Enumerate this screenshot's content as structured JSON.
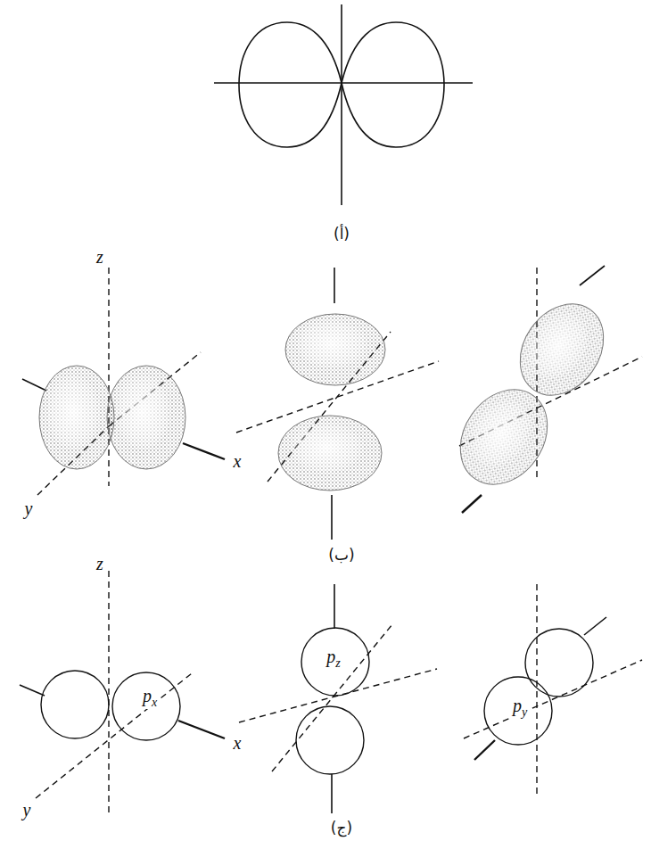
{
  "diagram": {
    "nodes": [
      {
        "text": [
          "px"
        ]
      },
      {
        "text": [
          "pz"
        ]
      },
      {
        "text": [
          "py"
        ]
      }
    ],
    "edges": [],
    "labels": [
      "(أ)",
      "z",
      "y",
      "x",
      "(ب)",
      "z",
      "y",
      "x",
      "(ج)"
    ]
  }
}
